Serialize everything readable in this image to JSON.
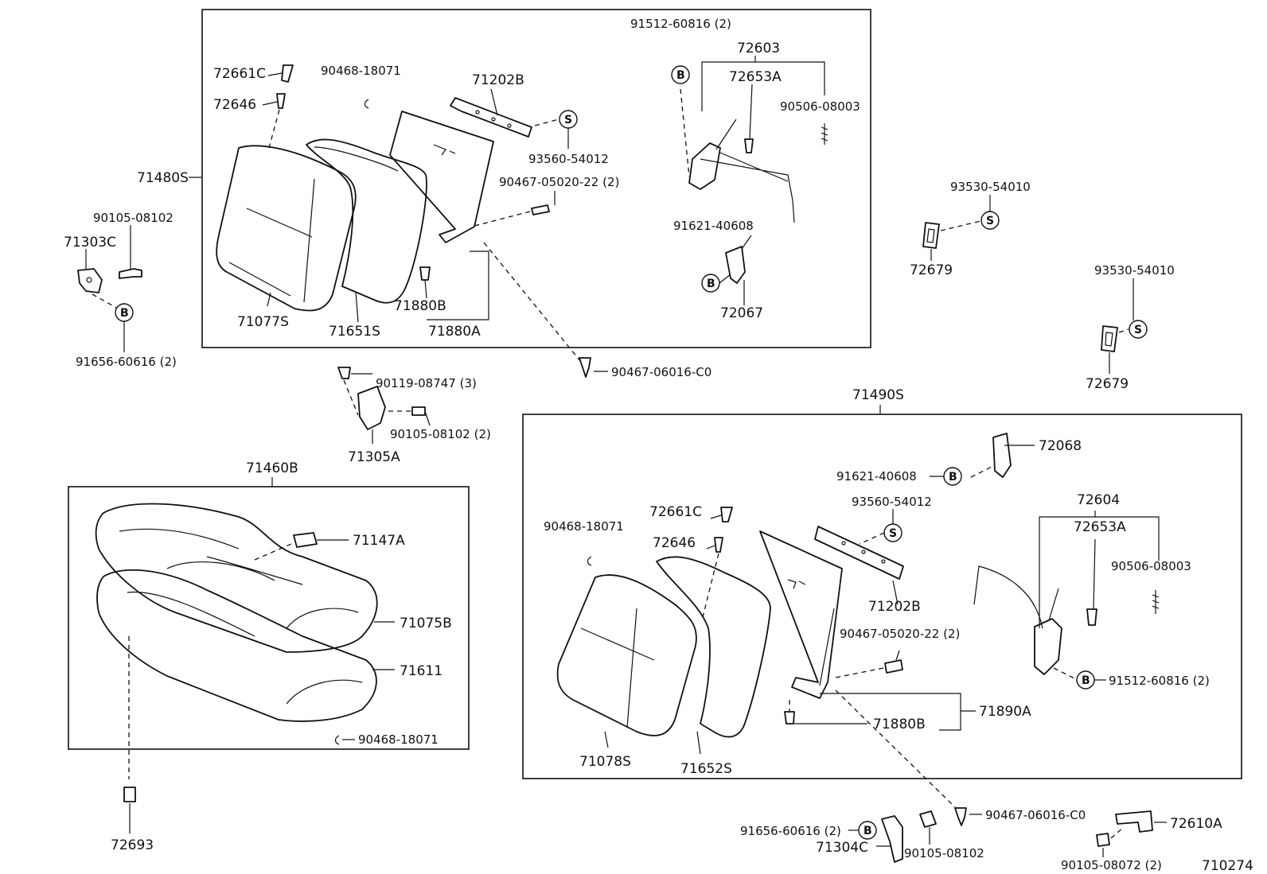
{
  "diagram_code": "710274",
  "assemblies": {
    "upper_box_label": "71480S",
    "right_box_label": "71490S",
    "lower_box_label": "71460B"
  },
  "symbols": {
    "bolt": "B",
    "screw": "S"
  },
  "labels": {
    "p72661C_a": "72661C",
    "p72646_a": "72646",
    "p90468_18071_a": "90468-18071",
    "p71202B_a": "71202B",
    "p93560_54012_a": "93560-54012",
    "p90467_05020_a": "90467-05020-22 (2)",
    "p91512_60816_a": "91512-60816 (2)",
    "p72603": "72603",
    "p72653A_a": "72653A",
    "p90506_08003_a": "90506-08003",
    "p91621_40608_a": "91621-40608",
    "p72067": "72067",
    "p71077S": "71077S",
    "p71651S": "71651S",
    "p71880B_a": "71880B",
    "p71880A": "71880A",
    "p90105_08102_a": "90105-08102",
    "p71303C": "71303C",
    "p91656_60616_a": "91656-60616 (2)",
    "p90119_08747": "90119-08747 (3)",
    "p90105_08102_2": "90105-08102 (2)",
    "p71305A": "71305A",
    "p90467_06016_a": "90467-06016-C0",
    "p93530_54010_a": "93530-54010",
    "p72679_a": "72679",
    "p93530_54010_b": "93530-54010",
    "p72679_b": "72679",
    "p71147A": "71147A",
    "p71075B": "71075B",
    "p71611": "71611",
    "p90468_18071_c": "90468-18071",
    "p72693": "72693",
    "p72068": "72068",
    "p91621_40608_b": "91621-40608",
    "p93560_54012_b": "93560-54012",
    "p72604": "72604",
    "p72653A_b": "72653A",
    "p90468_18071_b": "90468-18071",
    "p72661C_b": "72661C",
    "p72646_b": "72646",
    "p90506_08003_b": "90506-08003",
    "p71202B_b": "71202B",
    "p90467_05020_b": "90467-05020-22 (2)",
    "p91512_60816_b": "91512-60816 (2)",
    "p71890A": "71890A",
    "p71880B_b": "71880B",
    "p71078S": "71078S",
    "p71652S": "71652S",
    "p91656_60616_b": "91656-60616 (2)",
    "p71304C": "71304C",
    "p90105_08102_b": "90105-08102",
    "p90467_06016_b": "90467-06016-C0",
    "p72610A": "72610A",
    "p90105_08072": "90105-08072 (2)"
  }
}
